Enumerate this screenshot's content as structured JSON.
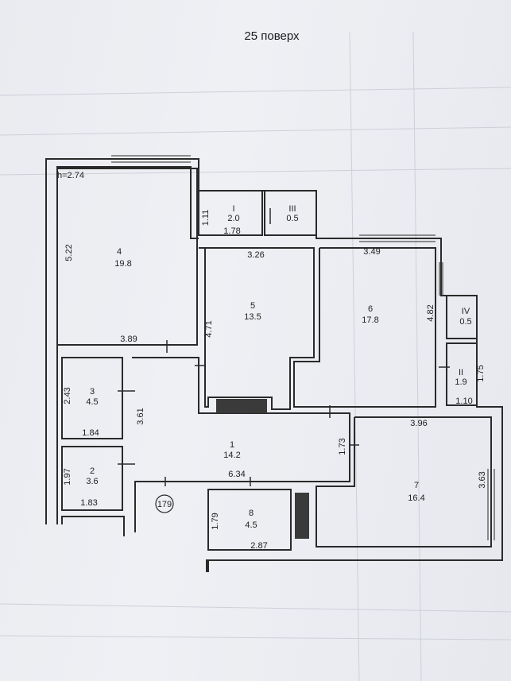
{
  "title": "25 поверх",
  "height_label": "h=2.74",
  "marker": "179",
  "rooms": [
    {
      "id": "1",
      "num": "1",
      "area": "14.2"
    },
    {
      "id": "2",
      "num": "2",
      "area": "3.6"
    },
    {
      "id": "3",
      "num": "3",
      "area": "4.5"
    },
    {
      "id": "4",
      "num": "4",
      "area": "19.8"
    },
    {
      "id": "5",
      "num": "5",
      "area": "13.5"
    },
    {
      "id": "6",
      "num": "6",
      "area": "17.8"
    },
    {
      "id": "7",
      "num": "7",
      "area": "16.4"
    },
    {
      "id": "8",
      "num": "8",
      "area": "4.5"
    },
    {
      "id": "b1",
      "num": "I",
      "area": "2.0"
    },
    {
      "id": "b2",
      "num": "II",
      "area": "1.9"
    },
    {
      "id": "b3",
      "num": "III",
      "area": "0.5"
    },
    {
      "id": "b4",
      "num": "IV",
      "area": "0.5"
    }
  ],
  "dimensions": {
    "d522": "5.22",
    "d389": "3.89",
    "d111": "1.11",
    "d178": "1.78",
    "d326": "3.26",
    "d471": "4.71",
    "d349": "3.49",
    "d482": "4.82",
    "d175": "1.75",
    "d110": "1.10",
    "d396": "3.96",
    "d243": "2.43",
    "d184": "1.84",
    "d361": "3.61",
    "d173": "1.73",
    "d197": "1.97",
    "d183": "1.83",
    "d634": "6.34",
    "d363": "3.63",
    "d179": "1.79",
    "d287": "2.87"
  }
}
